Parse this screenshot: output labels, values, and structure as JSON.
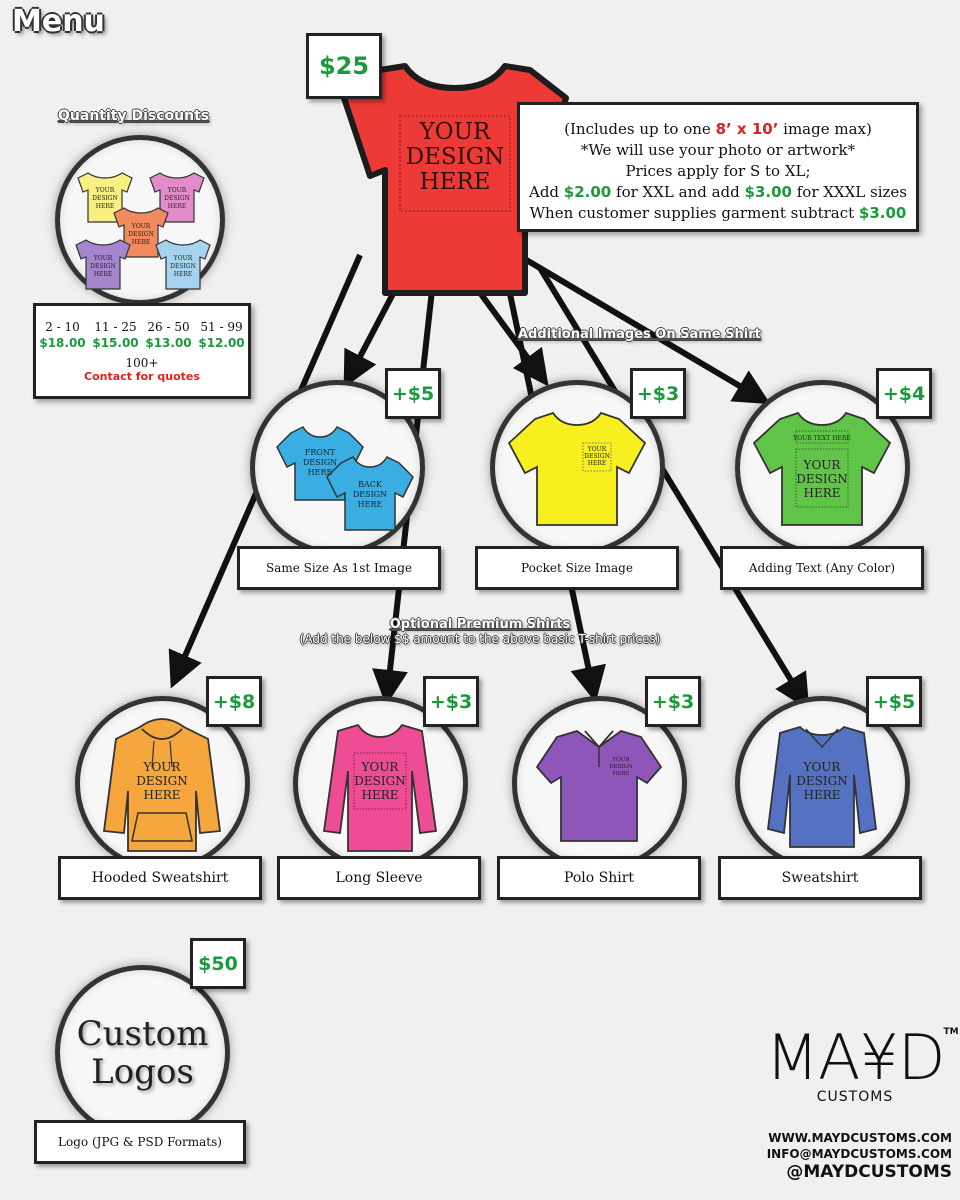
{
  "header": {
    "title": "Menu"
  },
  "base": {
    "price": "$25",
    "shirt_text": [
      "YOUR",
      "DESIGN",
      "HERE"
    ],
    "info": {
      "line1_pre": "(Includes up to one ",
      "line1_size": "8’ x 10’",
      "line1_post": " image max)",
      "line2": "*We will use your photo or artwork*",
      "line3": "Prices apply for S to XL;",
      "line4_pre": "Add ",
      "line4_xxl": "$2.00",
      "line4_mid": " for XXL and add ",
      "line4_xxxl": "$3.00",
      "line4_post": " for XXXL sizes",
      "line5_pre": "When customer supplies garment subtract ",
      "line5_amt": "$3.00"
    }
  },
  "quantity_discounts": {
    "title": "Quantity Discounts",
    "tiers": [
      {
        "range": "2 - 10",
        "price": "$18.00"
      },
      {
        "range": "11 - 25",
        "price": "$15.00"
      },
      {
        "range": "26 - 50",
        "price": "$13.00"
      },
      {
        "range": "51 - 99",
        "price": "$12.00"
      }
    ],
    "bulk_label": "100+",
    "bulk_note": "Contact for quotes",
    "mini_shirt_text": [
      "YOUR",
      "DESIGN",
      "HERE"
    ]
  },
  "additional_images": {
    "title": "Additional Images On Same Shirt",
    "items": [
      {
        "label": "Same Size As 1st Image",
        "price": "+$5",
        "front": [
          "FRONT",
          "DESIGN",
          "HERE"
        ],
        "back": [
          "BACK",
          "DESIGN",
          "HERE"
        ]
      },
      {
        "label": "Pocket Size Image",
        "price": "+$3",
        "shirt": [
          "YOUR",
          "DESIGN",
          "HERE"
        ]
      },
      {
        "label": "Adding Text (Any Color)",
        "price": "+$4",
        "top_text": "YOUR TEXT HERE",
        "shirt": [
          "YOUR",
          "DESIGN",
          "HERE"
        ]
      }
    ]
  },
  "premium": {
    "title": "Optional Premium Shirts",
    "subtitle": "(Add the below $$ amount to the above basic T-shirt prices)",
    "items": [
      {
        "label": "Hooded Sweatshirt",
        "price": "+$8",
        "shirt": [
          "YOUR",
          "DESIGN",
          "HERE"
        ]
      },
      {
        "label": "Long Sleeve",
        "price": "+$3",
        "shirt": [
          "YOUR",
          "DESIGN",
          "HERE"
        ]
      },
      {
        "label": "Polo Shirt",
        "price": "+$3",
        "shirt": [
          "YOUR",
          "DESIGN",
          "HERE"
        ]
      },
      {
        "label": "Sweatshirt",
        "price": "+$5",
        "shirt": [
          "YOUR",
          "DESIGN",
          "HERE"
        ]
      }
    ]
  },
  "logos": {
    "price": "$50",
    "circle_text": [
      "Custom",
      "Logos"
    ],
    "label": "Logo (JPG & PSD Formats)"
  },
  "brand": {
    "logo": "MA¥D",
    "tm": "TM",
    "sub": "CUSTOMS",
    "website": "WWW.MAYDCUSTOMS.COM",
    "email": "INFO@MAYDCUSTOMS.COM",
    "handle": "@MAYDCUSTOMS"
  },
  "colors": {
    "price_green": "#1b9a3c",
    "accent_red": "#e02020",
    "base_shirt": "#ee3a36",
    "yellow": "#f7ef1e",
    "green_shirt": "#5fc447",
    "blue_shirt": "#3aaee3",
    "orange_hoodie": "#f5a63d",
    "pink": "#ee4c94",
    "purple": "#8e56b8",
    "royal": "#5572c2"
  }
}
